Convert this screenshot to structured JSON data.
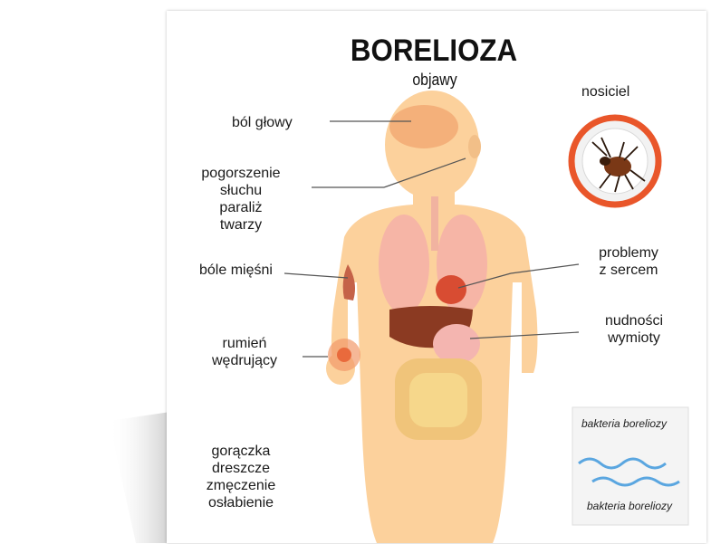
{
  "title": "BORELIOZA",
  "subtitle": "objawy",
  "labels": {
    "headache": "ból głowy",
    "hearing": [
      "pogorszenie",
      "słuchu",
      "paraliż",
      "twarzy"
    ],
    "muscle": "bóle mięśni",
    "rash": [
      "rumień",
      "wędrujący"
    ],
    "general": [
      "gorączka",
      "dreszcze",
      "zmęczenie",
      "osłabienie"
    ],
    "carrier": "nosiciel",
    "heart": [
      "problemy",
      "z sercem"
    ],
    "nausea": [
      "nudności",
      "wymioty"
    ]
  },
  "bacteria_box": {
    "top_label": "bakteria boreliozy",
    "bottom_label": "bakteria boreliozy"
  },
  "colors": {
    "skin": "#fcd19c",
    "carrier_ring": "#e9562a",
    "bacteria": "#5aa6e0"
  }
}
